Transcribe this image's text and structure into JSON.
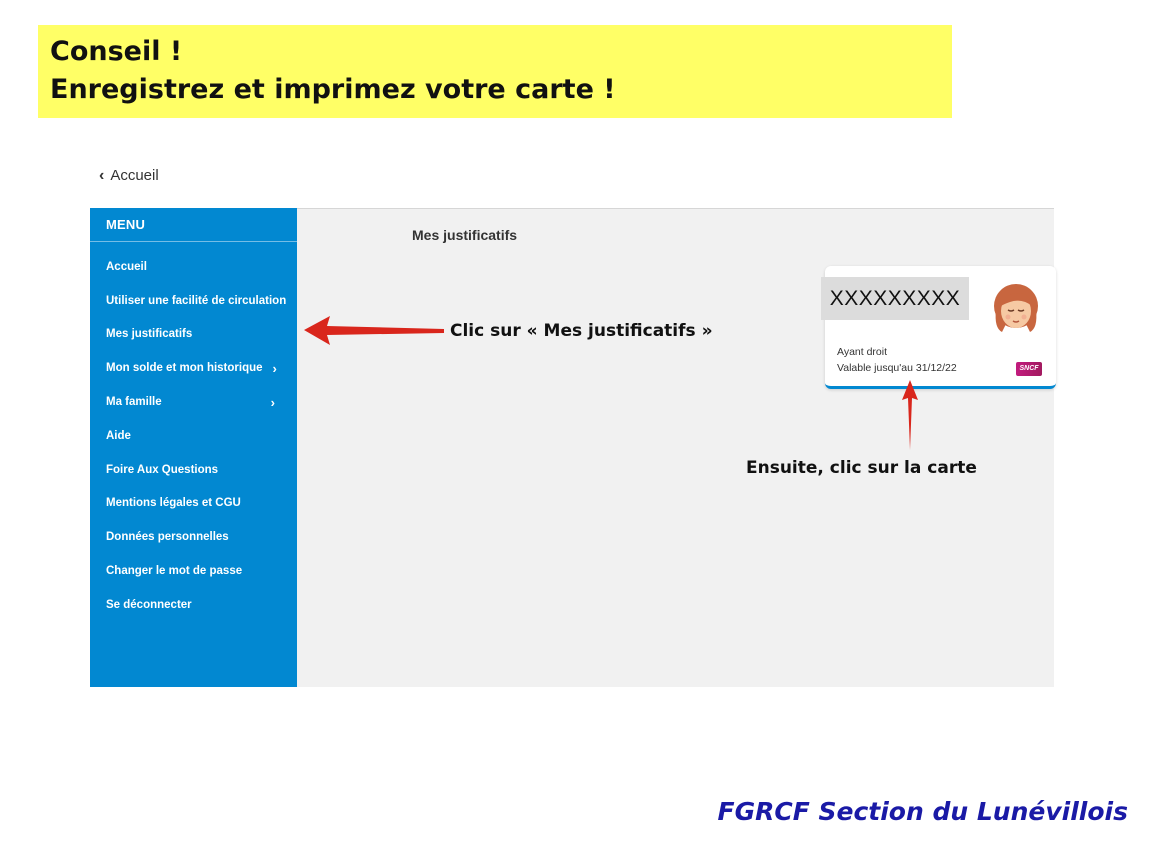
{
  "tip": {
    "line1": "Conseil !",
    "line2": "Enregistrez et imprimez votre carte !",
    "background": "#ffff66"
  },
  "back_link": {
    "icon": "chevron-left-icon",
    "label": "Accueil"
  },
  "sidebar": {
    "header": "MENU",
    "color": "#0288d1",
    "items": [
      {
        "label": "Accueil",
        "has_arrow": false
      },
      {
        "label": "Utiliser une facilité de circulation",
        "has_arrow": false
      },
      {
        "label": "Mes justificatifs",
        "has_arrow": false
      },
      {
        "label": "Mon solde et mon historique",
        "has_arrow": true,
        "arrow": "›"
      },
      {
        "label": "Ma famille",
        "has_arrow": true,
        "arrow": "›"
      },
      {
        "label": "Aide",
        "has_arrow": false
      },
      {
        "label": "Foire Aux Questions",
        "has_arrow": false
      },
      {
        "label": "Mentions légales et CGU",
        "has_arrow": false
      },
      {
        "label": "Données personnelles",
        "has_arrow": false
      },
      {
        "label": "Changer le mot de passe",
        "has_arrow": false
      },
      {
        "label": "Se déconnecter",
        "has_arrow": false
      }
    ]
  },
  "main": {
    "title": "Mes justificatifs",
    "card": {
      "name": "XXXXXXXXX",
      "role": "Ayant droit",
      "validity": "Valable jusqu'au 31/12/22",
      "logo_text": "SNCF",
      "avatar_icon": "user-avatar-icon"
    }
  },
  "annotations": {
    "click_menu": "Clic sur « Mes justificatifs »",
    "click_card": "Ensuite, clic sur la carte",
    "arrow_color": "#d9261c"
  },
  "footer": {
    "text": "FGRCF Section du Lunévillois",
    "color": "#1a1aa6"
  }
}
